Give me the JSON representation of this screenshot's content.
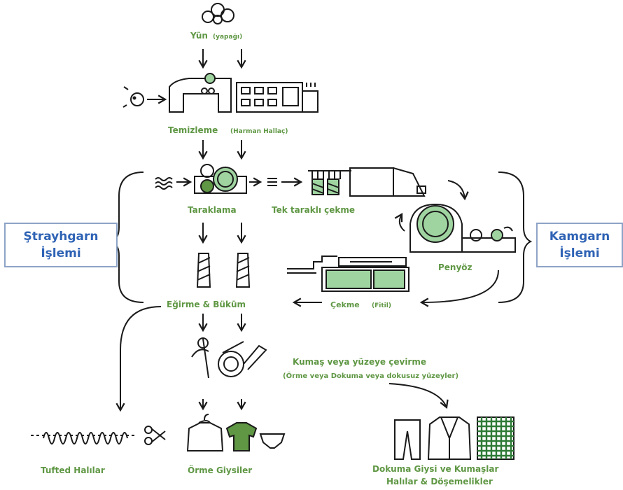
{
  "labels": {
    "yun_main": "Yün",
    "yun_sub": "(yapağı)",
    "temizleme_main": "Temizleme",
    "temizleme_sub": "(Harman Hallaç)",
    "taraklama": "Taraklama",
    "tek_tarakli": "Tek taraklı çekme",
    "penyoz": "Penyöz",
    "egirme": "Eğirme & Büküm",
    "cekme_main": "Çekme",
    "cekme_sub": "(Fitil)",
    "kumas_title": "Kumaş veya yüzeye çevirme",
    "kumas_sub": "(Örme veya Dokuma veya dokusuz yüzeyler)",
    "tufted": "Tufted Halılar",
    "orme": "Örme Giysiler",
    "dokuma_line1": "Dokuma Giysi ve Kumaşlar",
    "dokuma_line2": "Halılar & Döşemelikler"
  },
  "side_boxes": {
    "left_line1": "Ştrayhgarn",
    "left_line2": "İşlemi",
    "right_line1": "Kamgarn",
    "right_line2": "İşlemi"
  },
  "colors": {
    "accent_green": "#5f9744",
    "fill_green": "#9fd4a0",
    "dark": "#1a1a1a",
    "box_border": "#8ea3c7",
    "box_text": "#2f63b5"
  }
}
